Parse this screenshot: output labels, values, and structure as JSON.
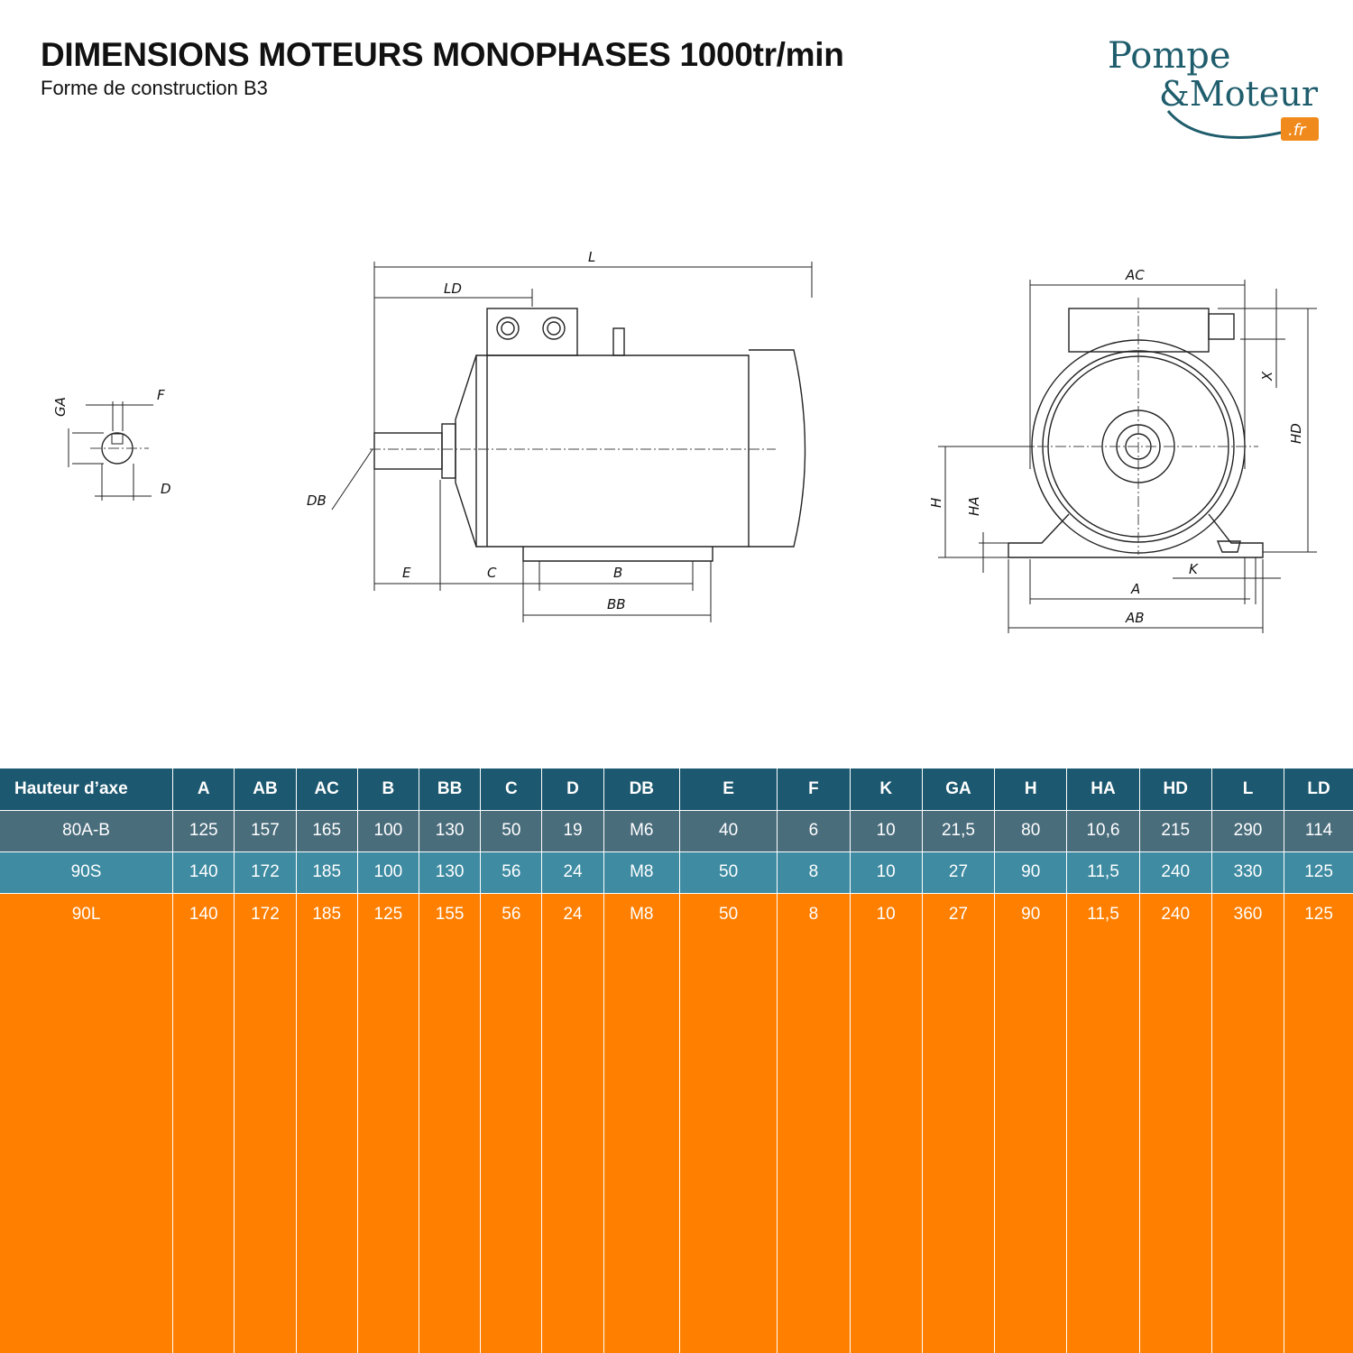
{
  "header": {
    "title": "DIMENSIONS MOTEURS MONOPHASES 1000tr/min",
    "subtitle": "Forme de construction B3"
  },
  "logo": {
    "line1": "Pompe",
    "line2": "&Moteur",
    "badge": ".fr",
    "colors": {
      "text": "#1f5d6c",
      "badge": "#f08a1c"
    }
  },
  "drawing": {
    "labels": {
      "GA": "GA",
      "F": "F",
      "D": "D",
      "L": "L",
      "LD": "LD",
      "DB": "DB",
      "E": "E",
      "C": "C",
      "B": "B",
      "BB": "BB",
      "AC": "AC",
      "X": "X",
      "HD": "HD",
      "H": "H",
      "HA": "HA",
      "K": "K",
      "A": "A",
      "AB": "AB"
    }
  },
  "table": {
    "headers": [
      "Hauteur d’axe",
      "A",
      "AB",
      "AC",
      "B",
      "BB",
      "C",
      "D",
      "DB",
      "E",
      "F",
      "K",
      "GA",
      "H",
      "HA",
      "HD",
      "L",
      "LD"
    ],
    "rows": [
      [
        "80A-B",
        "125",
        "157",
        "165",
        "100",
        "130",
        "50",
        "19",
        "M6",
        "40",
        "6",
        "10",
        "21,5",
        "80",
        "10,6",
        "215",
        "290",
        "114"
      ],
      [
        "90S",
        "140",
        "172",
        "185",
        "100",
        "130",
        "56",
        "24",
        "M8",
        "50",
        "8",
        "10",
        "27",
        "90",
        "11,5",
        "240",
        "330",
        "125"
      ],
      [
        "90L",
        "140",
        "172",
        "185",
        "125",
        "155",
        "56",
        "24",
        "M8",
        "50",
        "8",
        "10",
        "27",
        "90",
        "11,5",
        "240",
        "360",
        "125"
      ]
    ],
    "colors": {
      "header": "#1c5870",
      "row1": "#4a6d7c",
      "row2": "#3e8ba2",
      "row3": "#ff7f00"
    }
  }
}
